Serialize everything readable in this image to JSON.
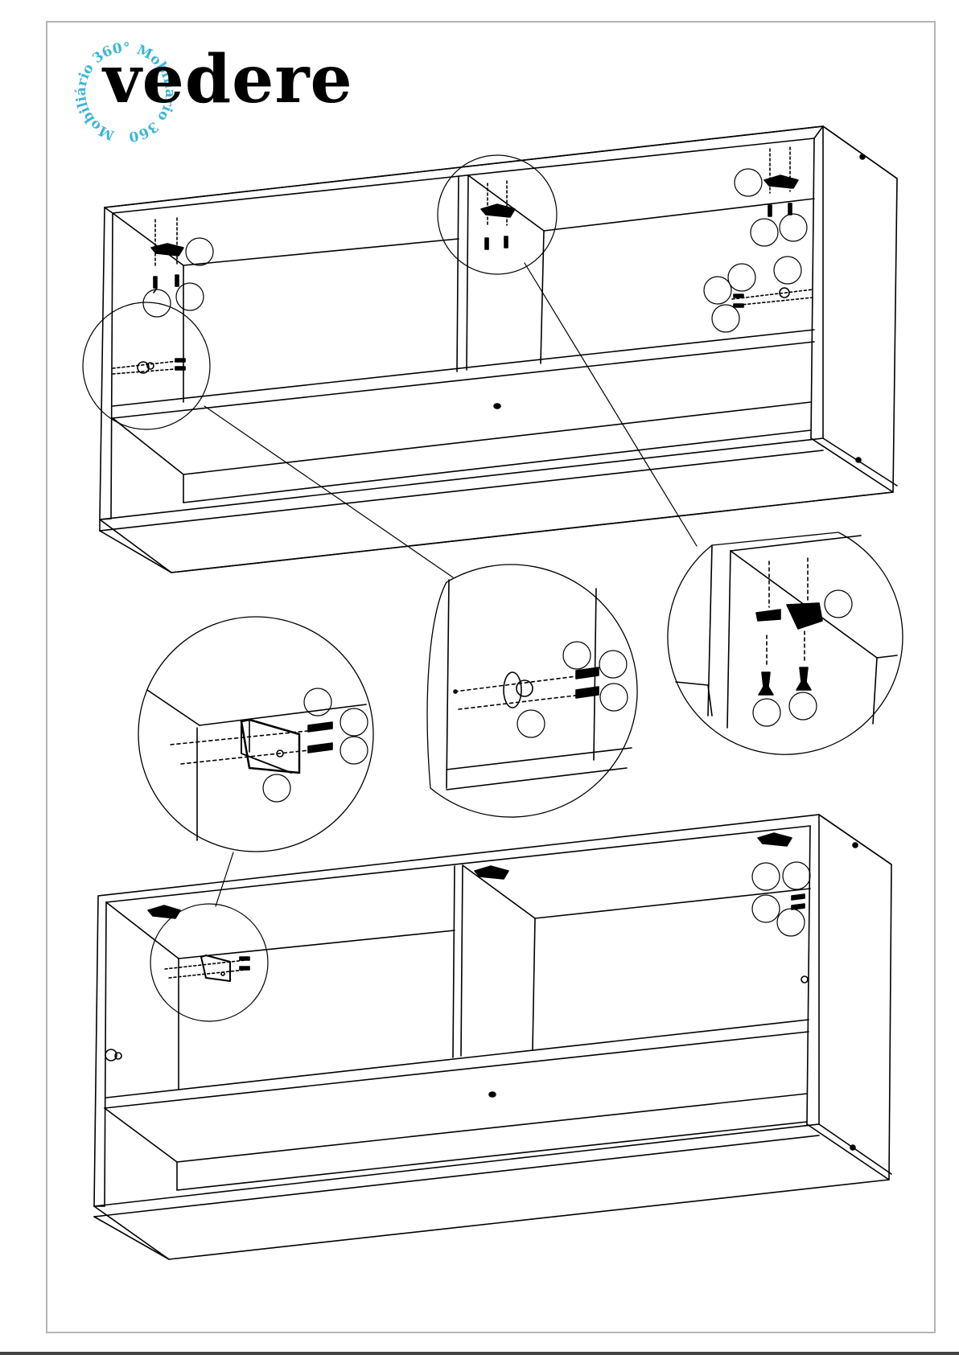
{
  "brand": {
    "wordmark": "vedere",
    "ring_text": "Mobiliário 360°",
    "ring_color": "#3bb6d6"
  },
  "colors": {
    "line": "#000000",
    "frame": "#b5b5b5",
    "background": "#ffffff"
  },
  "figures": [
    {
      "label": "top-cabinet"
    },
    {
      "label": "detail-bracket"
    },
    {
      "label": "detail-cam-lock"
    },
    {
      "label": "detail-hanging-fitting"
    },
    {
      "label": "bottom-cabinet"
    }
  ]
}
